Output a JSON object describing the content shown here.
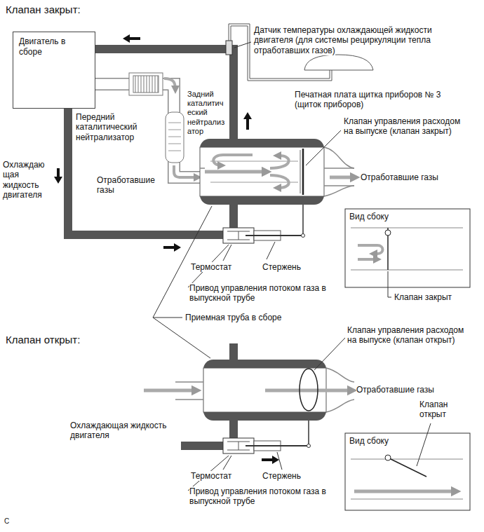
{
  "diagram": {
    "nodes": [
      {
        "text": [
          "Двигатель в сборе"
        ]
      }
    ],
    "edges": [],
    "labels": [
      "Клапан закрыт:",
      "Датчик температуры охлаждающей жидкости двигателя (для системы рециркуляции тепла отработавших газов)",
      "Печатная плата щитка приборов № 3 (щиток приборов)",
      "Передний каталитический нейтрализатор",
      "Задний каталитический нейтрализатор",
      "Клапан управления расходом на выпуске (клапан закрыт)",
      "Охлаждающая жидкость двигателя",
      "Отработавшие газы",
      "Отработавшие газы",
      "Вид сбоку",
      "Клапан закрыт",
      "Термостат",
      "Стержень",
      "Привод управления потоком газа в выпускной трубе",
      "Приемная труба в сборе",
      "Клапан открыт:",
      "Клапан управления расходом на выпуске (клапан открыт)",
      "Отработавшие газы",
      "Вид сбоку",
      "Клапан открыт",
      "Охлаждающая жидкость двигателя",
      "Термостат",
      "Стержень",
      "Привод управления потоком газа в выпускной трубе",
      "C"
    ]
  }
}
